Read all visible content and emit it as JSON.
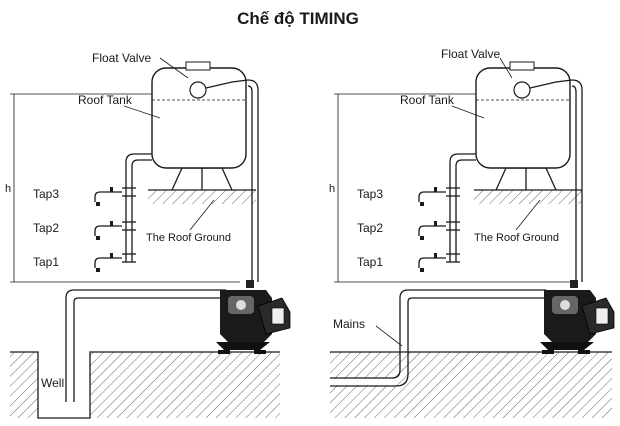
{
  "title": "Chế độ TIMING",
  "left_panel": {
    "float_valve": "Float Valve",
    "roof_tank": "Roof Tank",
    "height": "h",
    "tap3": "Tap3",
    "tap2": "Tap2",
    "tap1": "Tap1",
    "roof_ground": "The Roof Ground",
    "well": "Well"
  },
  "right_panel": {
    "float_valve": "Float Valve",
    "roof_tank": "Roof Tank",
    "height": "h",
    "tap3": "Tap3",
    "tap2": "Tap2",
    "tap1": "Tap1",
    "roof_ground": "The Roof Ground",
    "mains": "Mains"
  }
}
